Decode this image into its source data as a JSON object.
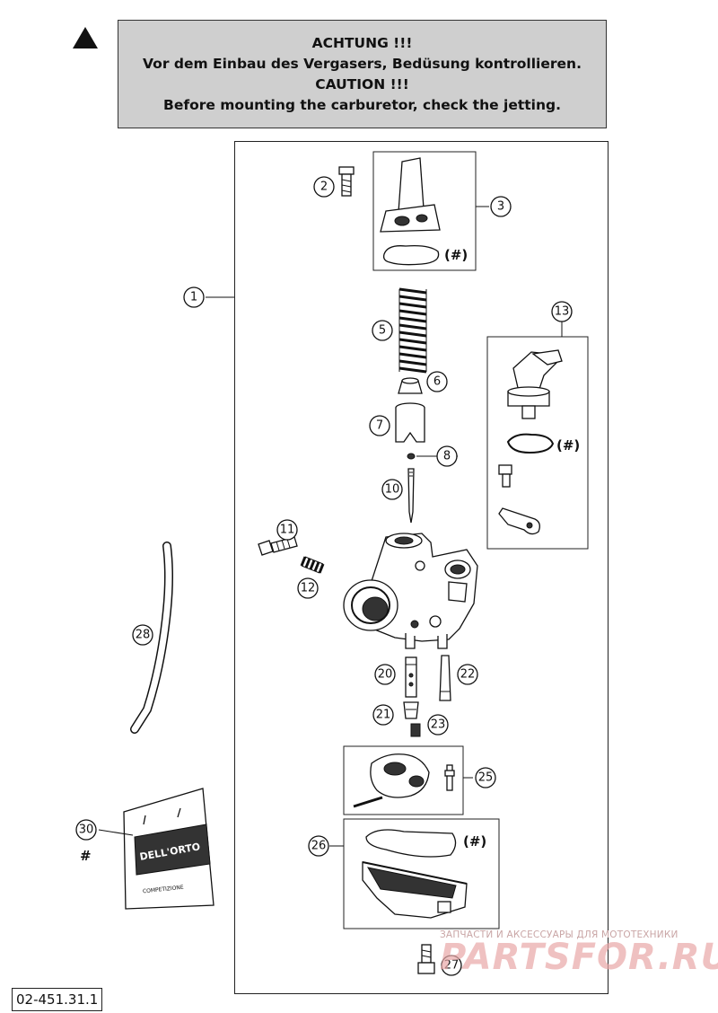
{
  "warning": {
    "line1": "ACHTUNG !!!",
    "line2": "Vor dem Einbau des Vergasers, Bedüsung kontrollieren.",
    "line3": "CAUTION !!!",
    "line4": "Before mounting the carburetor, check the jetting."
  },
  "callouts": {
    "c1": "1",
    "c2": "2",
    "c3": "3",
    "c5": "5",
    "c6": "6",
    "c7": "7",
    "c8": "8",
    "c10": "10",
    "c11": "11",
    "c12": "12",
    "c13": "13",
    "c20": "20",
    "c21": "21",
    "c22": "22",
    "c23": "23",
    "c25": "25",
    "c26": "26",
    "c27": "27",
    "c28": "28",
    "c30": "30"
  },
  "markers": {
    "gasket_3": "(#)",
    "gasket_13": "(#)",
    "gasket_26": "(#)",
    "item_30": "#"
  },
  "label_sheet": {
    "line1": "DELL'ORTO",
    "line2": "COMPETIZIONE"
  },
  "document_number": "02-451.31.1",
  "watermark": {
    "caption": "ЗАПЧАСТИ И АКСЕССУАРЫ ДЛЯ МОТОТЕХНИКИ",
    "logo": "PARTSFOR.RU"
  }
}
